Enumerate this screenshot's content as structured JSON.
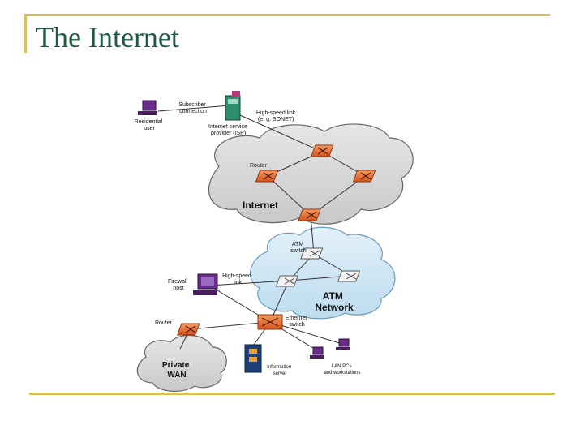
{
  "slide": {
    "title": "The Internet"
  },
  "labels": {
    "residential_user": [
      "Residential",
      "user"
    ],
    "subscriber_connection": [
      "Subscriber",
      "connection"
    ],
    "isp": [
      "Internet service",
      "provider (ISP)"
    ],
    "high_speed_link_sonet": [
      "High-speed link",
      "(e. g. SONET)"
    ],
    "router_internet": "Router",
    "internet": "Internet",
    "atm_switch": [
      "ATM",
      "switch"
    ],
    "atm_network": [
      "ATM",
      "Network"
    ],
    "firewall_host": [
      "Firewall",
      "host"
    ],
    "high_speed_link": [
      "High-speed",
      "link"
    ],
    "router_lan": "Router",
    "ethernet_switch": [
      "Ethernet",
      "switch"
    ],
    "private_wan": [
      "Private",
      "WAN"
    ],
    "information_server": [
      "Information",
      "server"
    ],
    "lan_pcs": [
      "LAN PCs",
      "and workstations"
    ]
  },
  "colors": {
    "accent_rule": "#d6c25a",
    "title": "#1f5b3f",
    "cloud_gray": "#d9d9d9",
    "cloud_blue": "#cfe6f4",
    "router_orange": "#e8732e"
  }
}
